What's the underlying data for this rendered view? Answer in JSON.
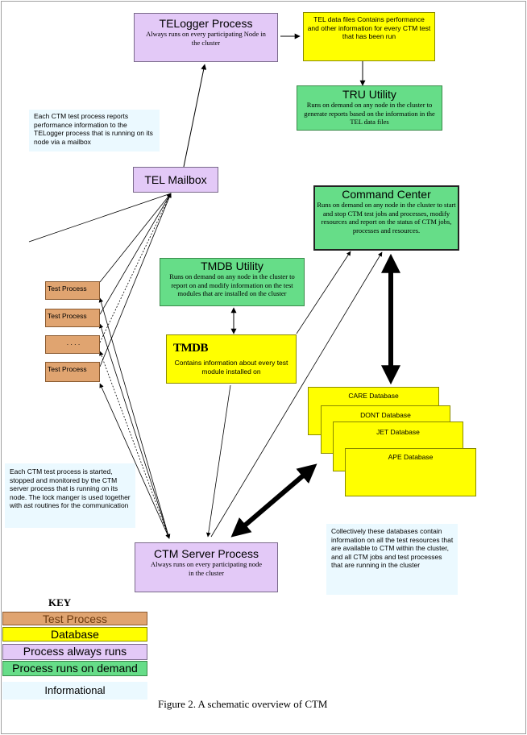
{
  "nodes": {
    "telogger": {
      "title": "TELogger Process",
      "subtitle": "Always runs on every participating Node in the cluster"
    },
    "tel_files": {
      "text": "TEL data files Contains performance and other information for every CTM test that has been run"
    },
    "tru": {
      "title": "TRU Utility",
      "subtitle": "Runs on demand on any node in the cluster to generate reports based on the information in the TEL data files"
    },
    "info_top": {
      "text": "Each CTM test process reports performance information to the TELogger process that is running on its node via a mailbox"
    },
    "tel_mailbox": {
      "title": "TEL Mailbox"
    },
    "command_center": {
      "title": "Command Center",
      "subtitle": "Runs on demand on any node in the cluster to start and stop CTM test jobs and processes, modify resources and report on the status of CTM jobs, processes and resources."
    },
    "tmdb_utility": {
      "title": "TMDB Utility",
      "subtitle": "Runs on demand on any node in the cluster to report on and modify information on the test modules that are installed on the cluster"
    },
    "tmdb": {
      "title": "TMDB",
      "subtitle": "Contains information about every test module installed on"
    },
    "test_processes": [
      "Test Process",
      "Test Process",
      ". . . .",
      "Test Process"
    ],
    "databases": [
      "CARE Database",
      "DONT Database",
      "JET Database",
      "APE Database"
    ],
    "info_left": {
      "text": "Each CTM test process is started, stopped and monitored by the CTM server process that is running on its node. The lock manger is used together with ast routines for the communication"
    },
    "info_right": {
      "text": "Collectively these databases contain information on all the test resources that are available to CTM within the cluster, and all CTM jobs and test processes that are running in the cluster"
    },
    "ctm_server": {
      "title": "CTM Server Process",
      "subtitle": "Always runs on every participating node in the cluster"
    }
  },
  "key": {
    "title": "KEY",
    "items": [
      "Test Process",
      "Database",
      "Process always runs",
      "Process runs on demand",
      "Informational"
    ]
  },
  "caption": "Figure 2. A schematic overview of CTM",
  "colors": {
    "test_process": "#e0a470",
    "database": "#ffff00",
    "always_runs": "#e3c9f7",
    "on_demand": "#66dd88",
    "informational": "#ebf9ff"
  }
}
